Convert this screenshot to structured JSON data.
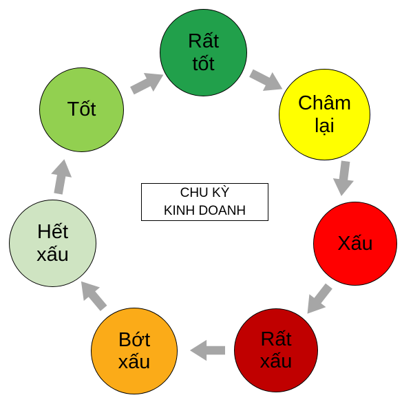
{
  "diagram": {
    "title": "CHU KỲ\nKINH DOANH",
    "arrow_color": "#a6a6a6",
    "background_color": "#ffffff",
    "nodes": [
      {
        "label": "Rất\ntốt",
        "color": "#21a04b"
      },
      {
        "label": "Châm\nlại",
        "color": "#ffff00"
      },
      {
        "label": "Xấu",
        "color": "#ff0000"
      },
      {
        "label": "Rất\nxấu",
        "color": "#c00000"
      },
      {
        "label": "Bớt\nxấu",
        "color": "#fbab18"
      },
      {
        "label": "Hết\nxấu",
        "color": "#cfe4c2"
      },
      {
        "label": "Tốt",
        "color": "#92d050"
      }
    ],
    "arrows": [
      {
        "from": "Tốt",
        "to": "Rất tốt"
      },
      {
        "from": "Rất tốt",
        "to": "Châm lại"
      },
      {
        "from": "Châm lại",
        "to": "Xấu"
      },
      {
        "from": "Xấu",
        "to": "Rất xấu"
      },
      {
        "from": "Rất xấu",
        "to": "Bớt xấu"
      },
      {
        "from": "Bớt xấu",
        "to": "Hết xấu"
      },
      {
        "from": "Hết xấu",
        "to": "Tốt"
      }
    ]
  }
}
